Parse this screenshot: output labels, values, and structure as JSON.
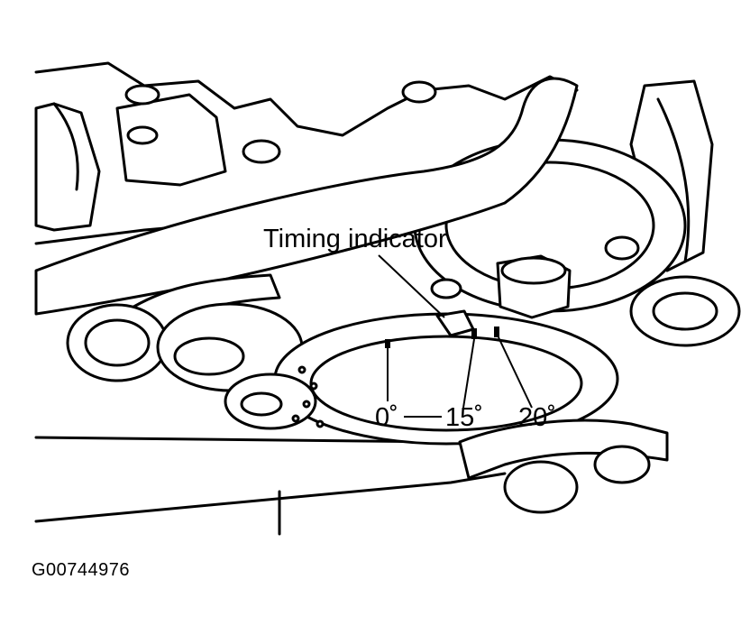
{
  "figure": {
    "callout_label": "Timing indicator",
    "degree_marks": [
      "0˚",
      "15˚",
      "20˚"
    ],
    "figure_id": "G00744976"
  },
  "colors": {
    "ink": "#000000",
    "paper": "#ffffff"
  }
}
